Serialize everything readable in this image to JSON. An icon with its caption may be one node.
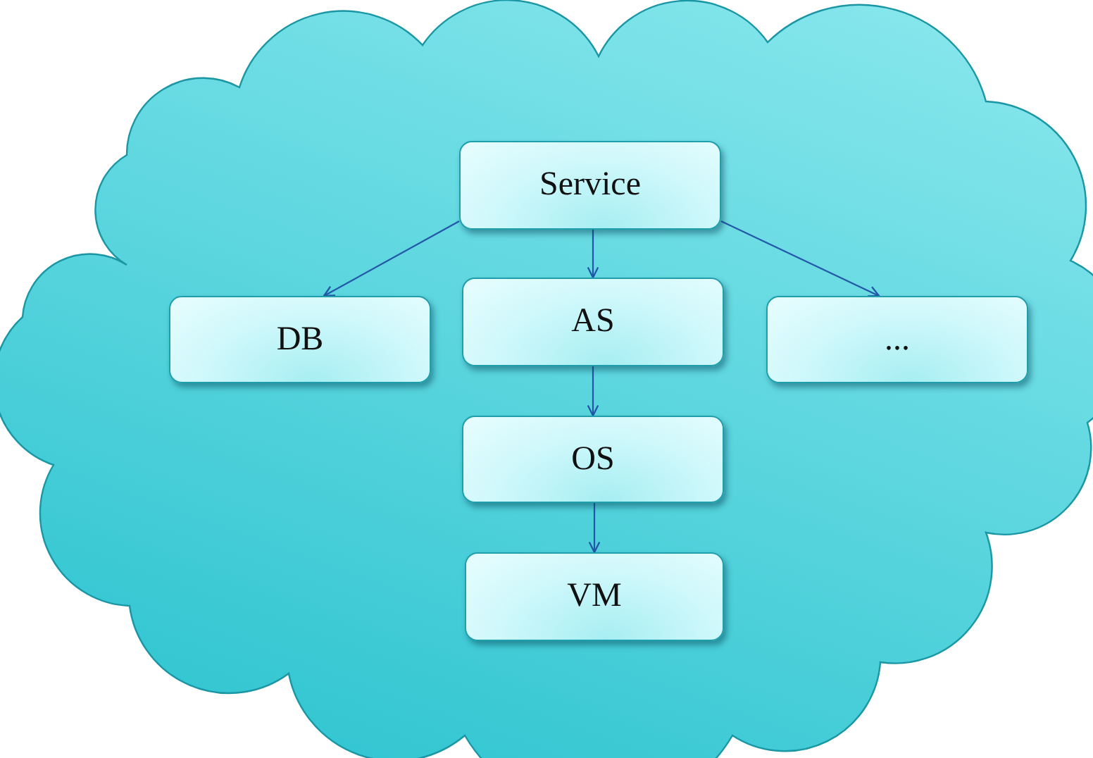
{
  "diagram": {
    "nodes": [
      {
        "text": [],
        "shape": "cloud"
      },
      {
        "text": [
          "Service"
        ],
        "in": 0
      },
      {
        "text": [
          "DB"
        ],
        "in": 0
      },
      {
        "text": [
          "AS"
        ],
        "in": 0
      },
      {
        "text": [
          "..."
        ],
        "in": 0
      },
      {
        "text": [
          "OS"
        ],
        "in": 0
      },
      {
        "text": [
          "VM"
        ],
        "in": 0
      }
    ],
    "edges": [
      {
        "from": 1,
        "to": 2,
        "arrow": "to"
      },
      {
        "from": 1,
        "to": 3,
        "arrow": "to"
      },
      {
        "from": 1,
        "to": 4,
        "arrow": "to"
      },
      {
        "from": 3,
        "to": 5,
        "arrow": "to"
      },
      {
        "from": 5,
        "to": 6,
        "arrow": "to"
      }
    ]
  }
}
